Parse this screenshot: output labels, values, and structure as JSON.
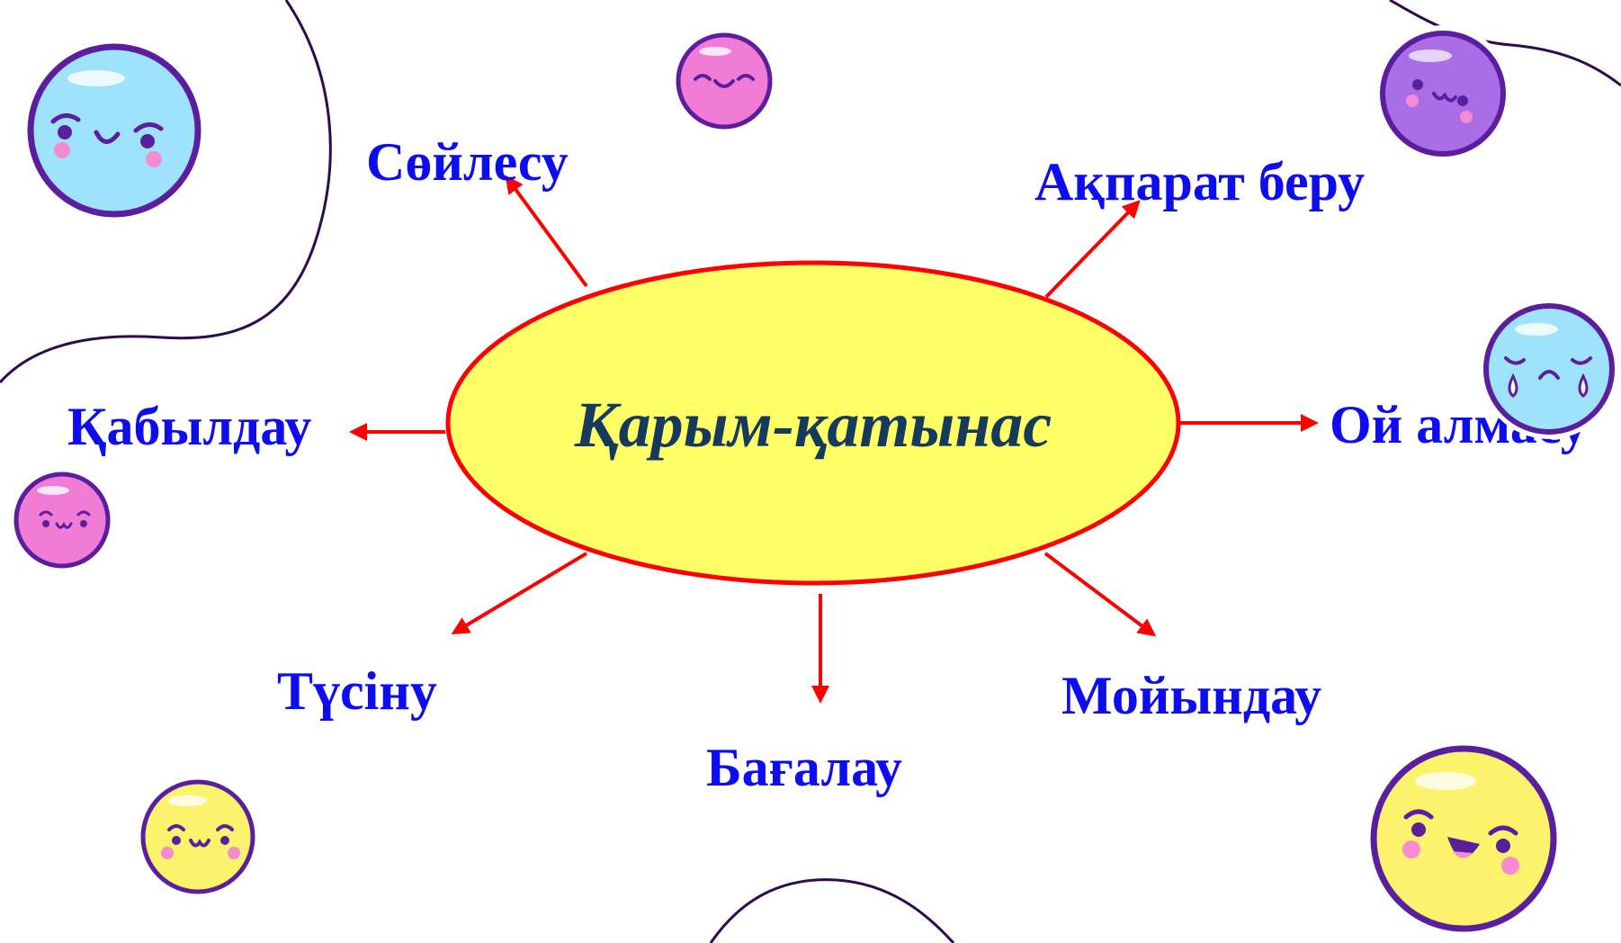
{
  "diagram": {
    "center": {
      "label": "Қарым-қатынас",
      "fill": "#ffff66",
      "stroke": "#ff0000",
      "text_color": "#163a5e"
    },
    "branches": [
      {
        "id": "soilesu",
        "label": "Сөйлесу"
      },
      {
        "id": "akparat-beru",
        "label": "Ақпарат беру"
      },
      {
        "id": "kabyldau",
        "label": "Қабылдау"
      },
      {
        "id": "oi-almasu",
        "label": "Ой алмасу"
      },
      {
        "id": "tusinu",
        "label": "Түсіну"
      },
      {
        "id": "bagalau",
        "label": "Бағалау"
      },
      {
        "id": "moiyndau",
        "label": "Мойындау"
      }
    ],
    "label_color": "#0d0df0",
    "arrow_color": "#ff0000"
  },
  "decorations": {
    "line_color": "#2e0a4f",
    "emojis": [
      {
        "name": "blue-smile-emoji-icon",
        "color": "#9ee3fb"
      },
      {
        "name": "pink-smile-emoji-icon-top",
        "color": "#f07cd6"
      },
      {
        "name": "purple-smile-emoji-icon",
        "color": "#a96ee6"
      },
      {
        "name": "blue-crying-emoji-icon",
        "color": "#9ee3fb"
      },
      {
        "name": "pink-smile-emoji-icon-left",
        "color": "#f07cd6"
      },
      {
        "name": "yellow-smile-emoji-icon-small",
        "color": "#fbf36c"
      },
      {
        "name": "yellow-laughing-emoji-icon",
        "color": "#fbf36c"
      }
    ]
  }
}
